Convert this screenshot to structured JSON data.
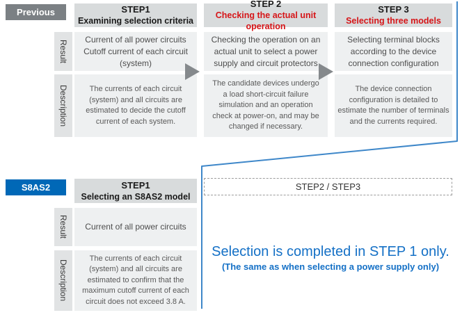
{
  "previous": {
    "badge": "Previous",
    "row_labels": {
      "result": "Result",
      "description": "Description"
    },
    "steps": [
      {
        "title": "STEP1",
        "subtitle": "Examining selection criteria",
        "result": "Current of all power circuits\nCutoff current of each circuit\n(system)",
        "description": "The currents of each circuit\n(system) and all circuits are\nestimated to decide the cutoff\ncurrent of each system."
      },
      {
        "title": "STEP 2",
        "subtitle": "Checking the actual unit operation",
        "result": "Checking the operation on an\nactual unit to select a power\nsupply and circuit protectors",
        "description": "The candidate devices undergo\na load short-circuit failure\nsimulation and an operation\ncheck at power-on, and may be\nchanged if necessary."
      },
      {
        "title": "STEP 3",
        "subtitle": "Selecting three models",
        "result": "Selecting terminal blocks\naccording to the device\nconnection configuration",
        "description": "The device connection\nconfiguration is detailed to\nestimate the number of terminals\nand the currents required."
      }
    ]
  },
  "s8as2": {
    "badge": "S8AS2",
    "row_labels": {
      "result": "Result",
      "description": "Description"
    },
    "step": {
      "title": "STEP1",
      "subtitle": "Selecting an S8AS2 model",
      "result": "Current of all power circuits",
      "description": "The currents of each circuit\n(system) and all circuits are\nestimated to confirm that the\nmaximum cutoff current of each\ncircuit does not exceed 3.8 A."
    },
    "combined_box": "STEP2 / STEP3",
    "callout_heading": "Selection is completed in STEP 1 only.",
    "callout_subheading": "(The same as when selecting a power supply only)"
  },
  "colors": {
    "accent_red": "#d61518",
    "s8as2_badge_blue": "#0068b7",
    "callout_line_blue": "#3e87c9",
    "callout_text_blue": "#1470c6",
    "previous_badge_gray": "#7b8084",
    "step_header_gray": "#d8dbdc",
    "content_box_gray": "#eef0f1",
    "row_label_gray": "#e1e3e4",
    "arrow_gray": "#85898c"
  }
}
